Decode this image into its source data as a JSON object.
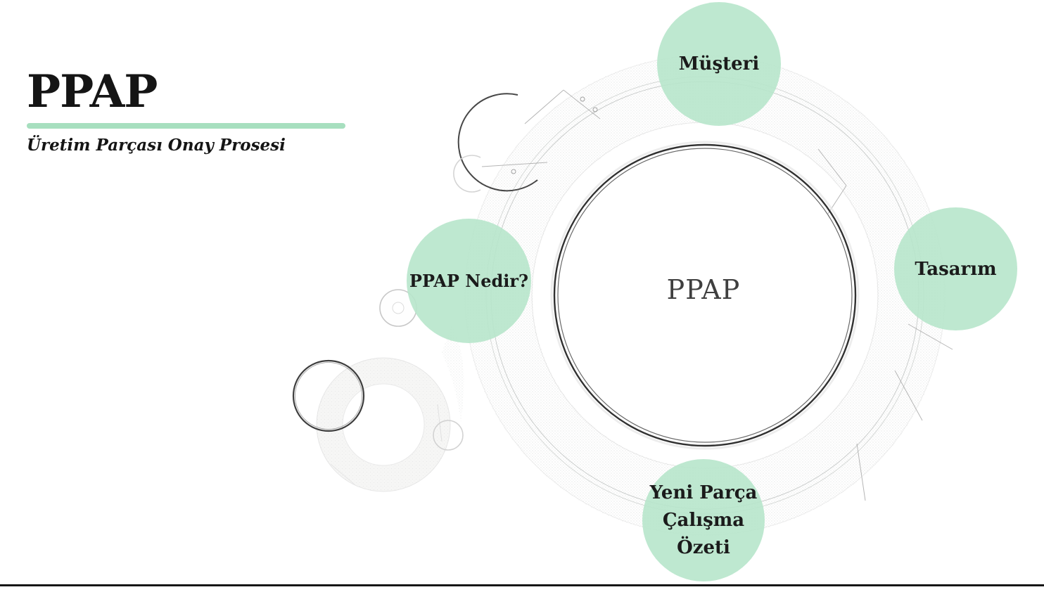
{
  "slide": {
    "title": "PPAP",
    "subtitle": "Üretim Parçası Onay Prosesi",
    "center_label": "PPAP",
    "nodes": [
      {
        "id": "musteri",
        "label": "Müşteri"
      },
      {
        "id": "tasarim",
        "label": "Tasarım"
      },
      {
        "id": "ppap-nedir",
        "label": "PPAP Nedir?"
      },
      {
        "id": "yeni-parca",
        "label": "Yeni Parça Çalışma Özeti",
        "lines": [
          "Yeni Parça",
          "Çalışma",
          "Özeti"
        ]
      }
    ],
    "colors": {
      "accent_bar": "#a7dfbf",
      "node_fill": "#b7e5cb",
      "heading_text": "#151515",
      "node_text": "#1b1b1b",
      "center_text": "#3f3f3f",
      "bottom_rule": "#161616"
    }
  }
}
